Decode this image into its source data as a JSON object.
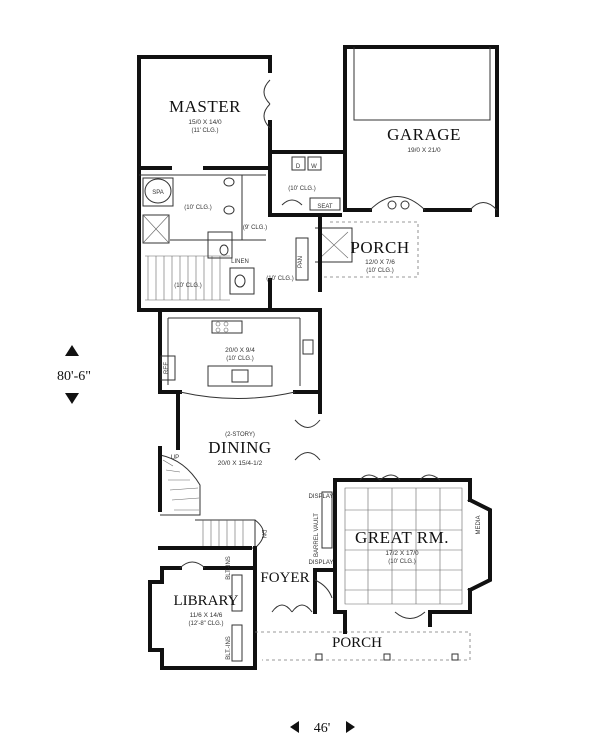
{
  "rooms": {
    "master": {
      "name": "MASTER",
      "dims": "15/0 X 14/0",
      "ceiling": "(11' CLG.)"
    },
    "garage": {
      "name": "GARAGE",
      "dims": "19/0 X 21/0"
    },
    "porch_upper": {
      "name": "PORCH",
      "dims": "12/0 X 7/6",
      "ceiling": "(10' CLG.)"
    },
    "kitchen": {
      "dims": "20/0 X 9/4",
      "ceiling": "(10' CLG.)"
    },
    "dining": {
      "note": "(2-STORY)",
      "name": "DINING",
      "dims": "20/0 X 15/4-1/2"
    },
    "great_room": {
      "name": "GREAT RM.",
      "dims": "17/2 X 17/0",
      "ceiling": "(10' CLG.)"
    },
    "foyer": {
      "name": "FOYER"
    },
    "library": {
      "name": "LIBRARY",
      "dims": "11/6 X 14/6",
      "ceiling": "(12'-8\" CLG.)"
    },
    "porch_lower": {
      "name": "PORCH"
    }
  },
  "small_labels": {
    "spa": "SPA",
    "linen": "LINEN",
    "pan": "PAN",
    "seat": "SEAT",
    "ref": "REF",
    "up": "UP",
    "dn": "DN",
    "bltins_1": "BLT.-INS",
    "bltins_2": "BLT.-INS",
    "display_1": "DISPLAY",
    "display_2": "DISPLAY",
    "barrel_vault": "BARREL VAULT",
    "media": "MEDIA",
    "w": "W",
    "d": "D",
    "clg_10_a": "(10' CLG.)",
    "clg_10_b": "(10' CLG.)",
    "clg_10_c": "(10' CLG.)",
    "clg_10_d": "(10' CLG.)",
    "clg_9": "(9' CLG.)"
  },
  "overall_dims": {
    "depth": "80'-6\"",
    "width": "46'"
  }
}
